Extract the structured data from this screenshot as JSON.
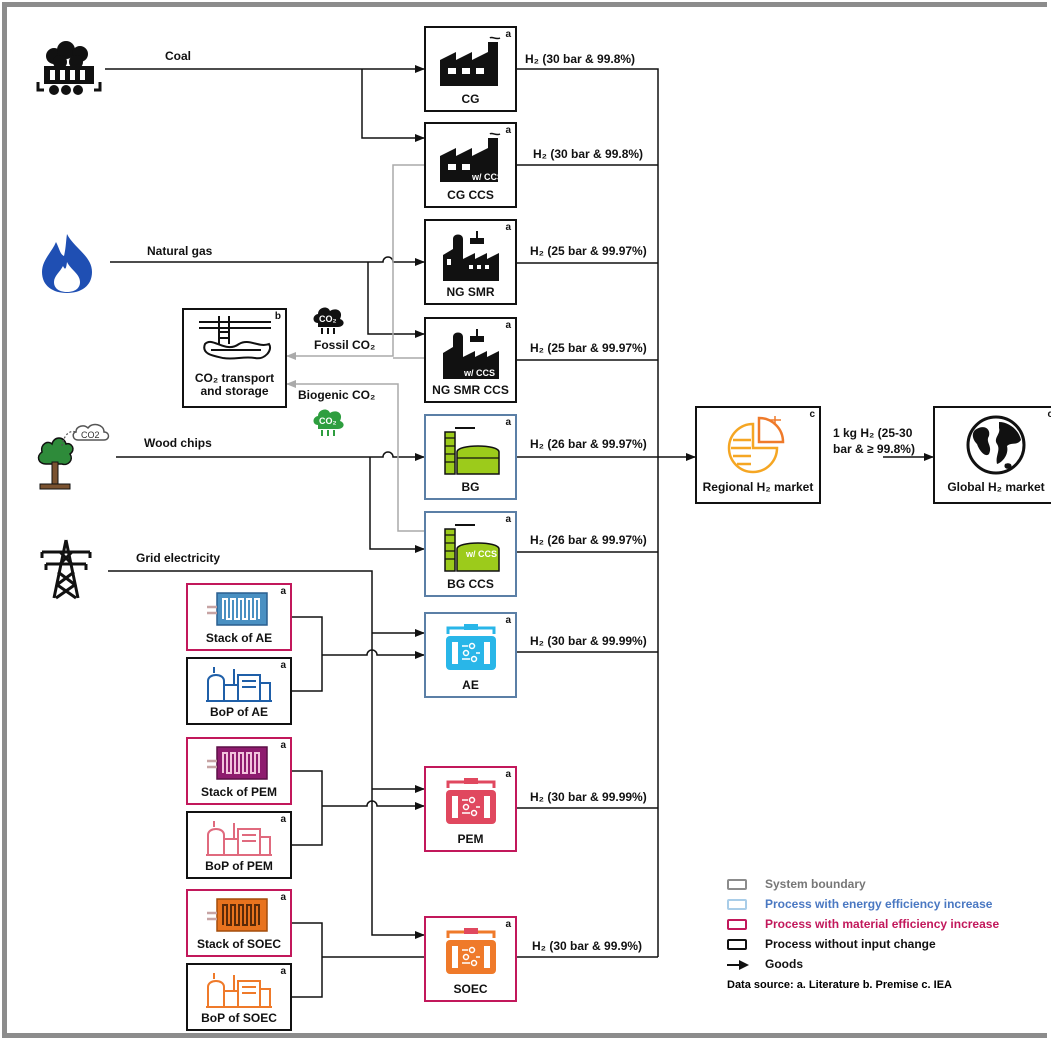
{
  "inputs": {
    "coal": "Coal",
    "natural_gas": "Natural gas",
    "wood_chips": "Wood chips",
    "grid_electricity": "Grid electricity"
  },
  "co2": {
    "fossil": "Fossil CO₂",
    "biogenic": "Biogenic CO₂",
    "storage_line1": "CO₂ transport",
    "storage_line2": "and storage",
    "storage_src": "b"
  },
  "processes": {
    "cg": {
      "name": "CG",
      "src": "a",
      "output": "H₂ (30 bar & 99.8%)"
    },
    "cg_ccs": {
      "name": "CG CCS",
      "src": "a",
      "output": "H₂ (30 bar & 99.8%)"
    },
    "ng_smr": {
      "name": "NG SMR",
      "src": "a",
      "output": "H₂ (25 bar & 99.97%)"
    },
    "ng_smr_ccs": {
      "name": "NG SMR CCS",
      "src": "a",
      "output": "H₂ (25 bar & 99.97%)"
    },
    "bg": {
      "name": "BG",
      "src": "a",
      "output": "H₂ (26 bar & 99.97%)"
    },
    "bg_ccs": {
      "name": "BG CCS",
      "src": "a",
      "output": "H₂ (26 bar & 99.97%)"
    },
    "ae": {
      "name": "AE",
      "src": "a",
      "output": "H₂ (30 bar & 99.99%)"
    },
    "pem": {
      "name": "PEM",
      "src": "a",
      "output": "H₂ (30 bar & 99.99%)"
    },
    "soec": {
      "name": "SOEC",
      "src": "a",
      "output": "H₂ (30 bar & 99.9%)"
    }
  },
  "components": {
    "stack_ae": {
      "name": "Stack of AE",
      "src": "a"
    },
    "bop_ae": {
      "name": "BoP of AE",
      "src": "a"
    },
    "stack_pem": {
      "name": "Stack of PEM",
      "src": "a"
    },
    "bop_pem": {
      "name": "BoP of PEM",
      "src": "a"
    },
    "stack_soec": {
      "name": "Stack of SOEC",
      "src": "a"
    },
    "bop_soec": {
      "name": "BoP of SOEC",
      "src": "a"
    }
  },
  "ccs_tag": "w/ CCS",
  "markets": {
    "regional": {
      "name": "Regional H₂ market",
      "src": "c"
    },
    "global": {
      "name": "Global H₂ market",
      "src": "c"
    },
    "flow_line1": "1 kg H₂ (25-30",
    "flow_line2": "bar & ≥ 99.8%)"
  },
  "legend": {
    "system_boundary": "System boundary",
    "energy": "Process with energy efficiency increase",
    "material": "Process with material efficiency increase",
    "no_change": "Process without input change",
    "goods": "Goods",
    "data_source": "Data source: a. Literature b. Premise c. IEA"
  },
  "colors": {
    "boundary": "#8c8c8c",
    "energy": "#5b7fa6",
    "material": "#c2185b",
    "no_change": "#111111",
    "ae": "#29b6e8",
    "pem": "#e0485f",
    "soec": "#ef7a2a",
    "biogas": "#9ccb1b",
    "flame": "#1f4fb3",
    "co2_green": "#2e9e3f",
    "market_orange": "#f5a623"
  }
}
